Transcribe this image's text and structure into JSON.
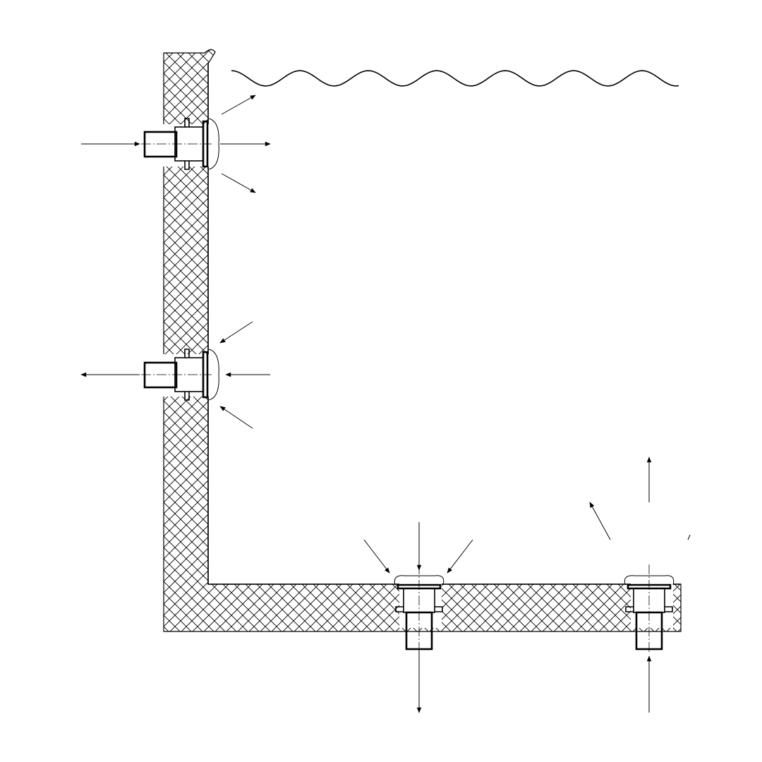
{
  "diagram": {
    "description_kind": "pool-fittings-cross-section",
    "wall_material": "crosshatch-concrete",
    "water_surface": "wavy-line",
    "fittings": [
      {
        "id": "wall-inlet-upper",
        "role": "inlet",
        "location": "side-wall"
      },
      {
        "id": "wall-skimmer-lower",
        "role": "suction",
        "location": "side-wall"
      },
      {
        "id": "floor-drain",
        "role": "suction",
        "location": "floor"
      },
      {
        "id": "floor-inlet",
        "role": "inlet",
        "location": "floor"
      }
    ],
    "colors": {
      "line": "#000000",
      "background": "#ffffff"
    }
  }
}
